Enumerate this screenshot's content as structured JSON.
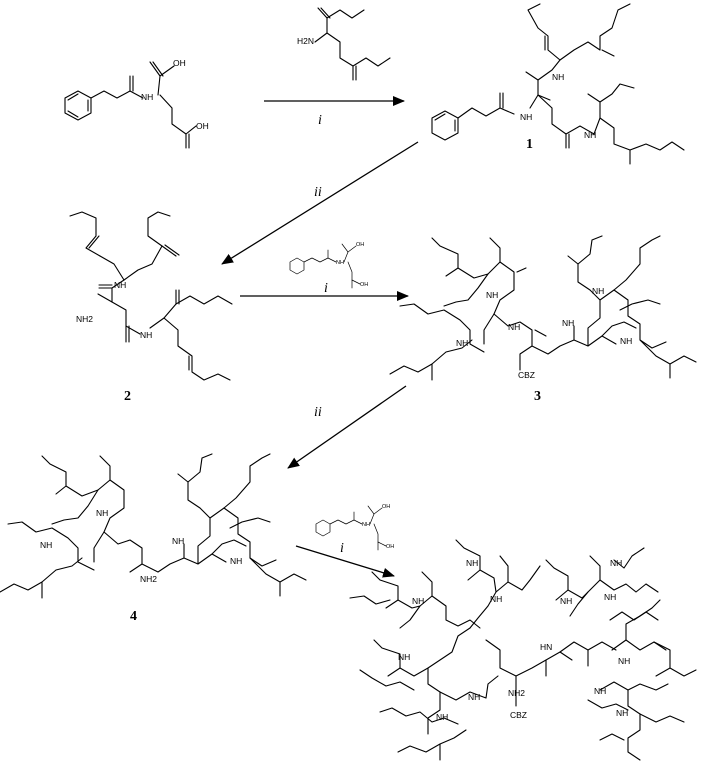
{
  "scheme": {
    "compounds": [
      {
        "id": "s1",
        "label": "",
        "atoms": {
          "oh_top": "OH",
          "oh_bot": "OH",
          "nh": "NH"
        }
      },
      {
        "id": "s2",
        "label": "",
        "atoms": {
          "h2n": "H2N"
        }
      },
      {
        "id": "c1",
        "label": "1",
        "atoms": {
          "nh1": "NH",
          "nh2": "NH",
          "nh3": "NH"
        }
      },
      {
        "id": "c2",
        "label": "2",
        "atoms": {
          "nh1": "NH",
          "nh2": "NH",
          "nh2n": "NH2"
        }
      },
      {
        "id": "c3",
        "label": "3",
        "atoms": {
          "nh": "NH",
          "cbz": "CBZ"
        }
      },
      {
        "id": "c4",
        "label": "4",
        "atoms": {
          "nh": "NH",
          "nh2": "NH2"
        }
      },
      {
        "id": "c5",
        "label": "",
        "atoms": {
          "nh": "NH",
          "nh2": "NH2",
          "cbz": "CBZ",
          "hn": "HN"
        }
      }
    ],
    "conditions": {
      "step1": "i",
      "step2": "ii",
      "step3": "i",
      "step4": "ii",
      "step5": "i"
    }
  }
}
